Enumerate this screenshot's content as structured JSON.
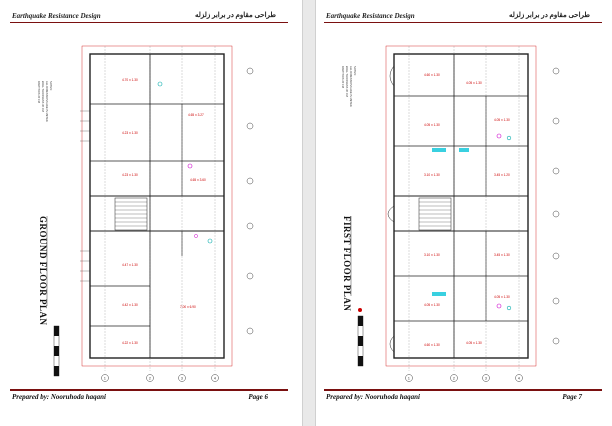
{
  "pages": [
    {
      "header_en": "Earthquake Resistance Design",
      "header_ar": "طراحی مقاوم در برابر زلزله",
      "drawing_title": "GROUND FLOOR PLAN",
      "footer_author": "Prepared by: Nooruhoda haqani",
      "footer_page": "Page 6"
    },
    {
      "header_en": "Earthquake Resistance Design",
      "header_ar": "طراحی مقاوم در برابر زلزله",
      "drawing_title": "FIRST FLOOR PLAN",
      "footer_author": "Prepared by: Nooruhoda haqani",
      "footer_page": "Page 7"
    }
  ],
  "grid_labels": [
    "1",
    "2",
    "3",
    "4"
  ],
  "colors": {
    "accent_rule": "#7a1010",
    "dim_red": "#c00000",
    "wall": "#222222"
  }
}
